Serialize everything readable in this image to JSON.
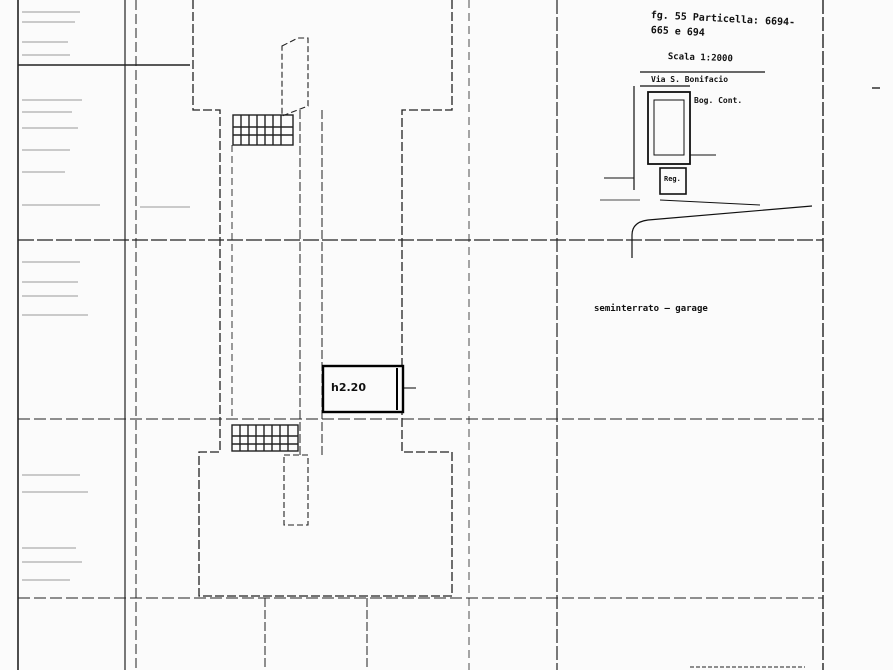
{
  "header": {
    "line1": "fg. 55 Particella: 6694-",
    "line2": "665 e 694",
    "line3": "Scala 1:2000"
  },
  "site_plan": {
    "street_label": "Via S. Bonifacio",
    "sub_label": "Bog. Cont.",
    "unit_label": "Reg."
  },
  "floor_label": "seminterrato — garage",
  "dimension": "h2.20",
  "colors": {
    "ink": "#111111",
    "paper": "#fbfbfb"
  }
}
